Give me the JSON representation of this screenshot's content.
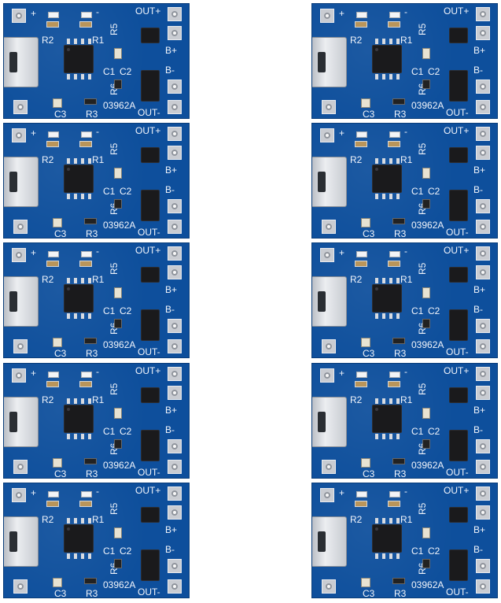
{
  "boards": [
    {
      "labels": {
        "plus": "+",
        "minus": "-",
        "r1": "R1",
        "r2": "R2",
        "r3": "R3",
        "r5": "R5",
        "r6": "R6",
        "c1": "C1",
        "c2": "C2",
        "c3": "C3",
        "model": "03962A",
        "out_plus": "OUT+",
        "out_minus": "OUT-",
        "b_plus": "B+",
        "b_minus": "B-"
      }
    },
    {
      "labels": {
        "plus": "+",
        "minus": "-",
        "r1": "R1",
        "r2": "R2",
        "r3": "R3",
        "r5": "R5",
        "r6": "R6",
        "c1": "C1",
        "c2": "C2",
        "c3": "C3",
        "model": "03962A",
        "out_plus": "OUT+",
        "out_minus": "OUT-",
        "b_plus": "B+",
        "b_minus": "B-"
      }
    },
    {
      "labels": {
        "plus": "+",
        "minus": "-",
        "r1": "R1",
        "r2": "R2",
        "r3": "R3",
        "r5": "R5",
        "r6": "R6",
        "c1": "C1",
        "c2": "C2",
        "c3": "C3",
        "model": "03962A",
        "out_plus": "OUT+",
        "out_minus": "OUT-",
        "b_plus": "B+",
        "b_minus": "B-"
      }
    },
    {
      "labels": {
        "plus": "+",
        "minus": "-",
        "r1": "R1",
        "r2": "R2",
        "r3": "R3",
        "r5": "R5",
        "r6": "R6",
        "c1": "C1",
        "c2": "C2",
        "c3": "C3",
        "model": "03962A",
        "out_plus": "OUT+",
        "out_minus": "OUT-",
        "b_plus": "B+",
        "b_minus": "B-"
      }
    },
    {
      "labels": {
        "plus": "+",
        "minus": "-",
        "r1": "R1",
        "r2": "R2",
        "r3": "R3",
        "r5": "R5",
        "r6": "R6",
        "c1": "C1",
        "c2": "C2",
        "c3": "C3",
        "model": "03962A",
        "out_plus": "OUT+",
        "out_minus": "OUT-",
        "b_plus": "B+",
        "b_minus": "B-"
      }
    },
    {
      "labels": {
        "plus": "+",
        "minus": "-",
        "r1": "R1",
        "r2": "R2",
        "r3": "R3",
        "r5": "R5",
        "r6": "R6",
        "c1": "C1",
        "c2": "C2",
        "c3": "C3",
        "model": "03962A",
        "out_plus": "OUT+",
        "out_minus": "OUT-",
        "b_plus": "B+",
        "b_minus": "B-"
      }
    },
    {
      "labels": {
        "plus": "+",
        "minus": "-",
        "r1": "R1",
        "r2": "R2",
        "r3": "R3",
        "r5": "R5",
        "r6": "R6",
        "c1": "C1",
        "c2": "C2",
        "c3": "C3",
        "model": "03962A",
        "out_plus": "OUT+",
        "out_minus": "OUT-",
        "b_plus": "B+",
        "b_minus": "B-"
      }
    },
    {
      "labels": {
        "plus": "+",
        "minus": "-",
        "r1": "R1",
        "r2": "R2",
        "r3": "R3",
        "r5": "R5",
        "r6": "R6",
        "c1": "C1",
        "c2": "C2",
        "c3": "C3",
        "model": "03962A",
        "out_plus": "OUT+",
        "out_minus": "OUT-",
        "b_plus": "B+",
        "b_minus": "B-"
      }
    },
    {
      "labels": {
        "plus": "+",
        "minus": "-",
        "r1": "R1",
        "r2": "R2",
        "r3": "R3",
        "r5": "R5",
        "r6": "R6",
        "c1": "C1",
        "c2": "C2",
        "c3": "C3",
        "model": "03962A",
        "out_plus": "OUT+",
        "out_minus": "OUT-",
        "b_plus": "B+",
        "b_minus": "B-"
      }
    },
    {
      "labels": {
        "plus": "+",
        "minus": "-",
        "r1": "R1",
        "r2": "R2",
        "r3": "R3",
        "r5": "R5",
        "r6": "R6",
        "c1": "C1",
        "c2": "C2",
        "c3": "C3",
        "model": "03962A",
        "out_plus": "OUT+",
        "out_minus": "OUT-",
        "b_plus": "B+",
        "b_minus": "B-"
      }
    }
  ],
  "colors": {
    "pcb": "#0e4f9c",
    "silkscreen": "#f2f5fb",
    "pad": "#c9ccd2",
    "chip": "#1a1a1c"
  },
  "icons": {
    "connector": "micro-usb-connector-icon",
    "ic": "ic-chip-icon"
  }
}
